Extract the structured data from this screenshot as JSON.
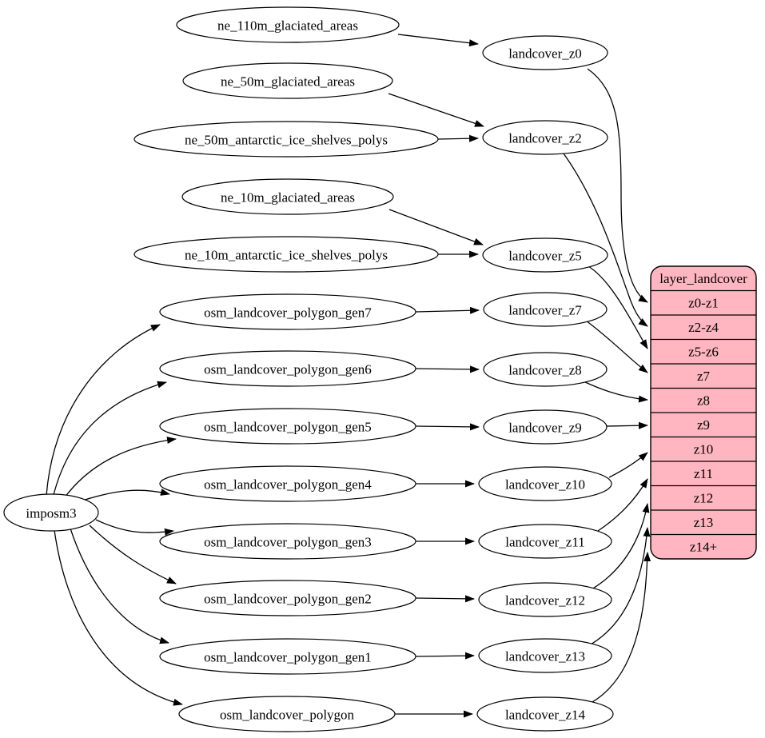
{
  "diagram": {
    "type": "etl-dependency-graph",
    "colors": {
      "table_fill": "#ffb6c1",
      "node_fill": "#ffffff",
      "stroke": "#000000"
    },
    "imposm3": {
      "label": "imposm3"
    },
    "sources": [
      {
        "label": "ne_110m_glaciated_areas"
      },
      {
        "label": "ne_50m_glaciated_areas"
      },
      {
        "label": "ne_50m_antarctic_ice_shelves_polys"
      },
      {
        "label": "ne_10m_glaciated_areas"
      },
      {
        "label": "ne_10m_antarctic_ice_shelves_polys"
      },
      {
        "label": "osm_landcover_polygon_gen7"
      },
      {
        "label": "osm_landcover_polygon_gen6"
      },
      {
        "label": "osm_landcover_polygon_gen5"
      },
      {
        "label": "osm_landcover_polygon_gen4"
      },
      {
        "label": "osm_landcover_polygon_gen3"
      },
      {
        "label": "osm_landcover_polygon_gen2"
      },
      {
        "label": "osm_landcover_polygon_gen1"
      },
      {
        "label": "osm_landcover_polygon"
      }
    ],
    "stages": [
      {
        "label": "landcover_z0"
      },
      {
        "label": "landcover_z2"
      },
      {
        "label": "landcover_z5"
      },
      {
        "label": "landcover_z7"
      },
      {
        "label": "landcover_z8"
      },
      {
        "label": "landcover_z9"
      },
      {
        "label": "landcover_z10"
      },
      {
        "label": "landcover_z11"
      },
      {
        "label": "landcover_z12"
      },
      {
        "label": "landcover_z13"
      },
      {
        "label": "landcover_z14"
      }
    ],
    "table": {
      "title": "layer_landcover",
      "rows": [
        "z0-z1",
        "z2-z4",
        "z5-z6",
        "z7",
        "z8",
        "z9",
        "z10",
        "z11",
        "z12",
        "z13",
        "z14+"
      ]
    },
    "edges": [
      {
        "from": "ne_110m_glaciated_areas",
        "to": "landcover_z0"
      },
      {
        "from": "ne_50m_glaciated_areas",
        "to": "landcover_z2"
      },
      {
        "from": "ne_50m_antarctic_ice_shelves_polys",
        "to": "landcover_z2"
      },
      {
        "from": "ne_10m_glaciated_areas",
        "to": "landcover_z5"
      },
      {
        "from": "ne_10m_antarctic_ice_shelves_polys",
        "to": "landcover_z5"
      },
      {
        "from": "osm_landcover_polygon_gen7",
        "to": "landcover_z7"
      },
      {
        "from": "osm_landcover_polygon_gen6",
        "to": "landcover_z8"
      },
      {
        "from": "osm_landcover_polygon_gen5",
        "to": "landcover_z9"
      },
      {
        "from": "osm_landcover_polygon_gen4",
        "to": "landcover_z10"
      },
      {
        "from": "osm_landcover_polygon_gen3",
        "to": "landcover_z11"
      },
      {
        "from": "osm_landcover_polygon_gen2",
        "to": "landcover_z12"
      },
      {
        "from": "osm_landcover_polygon_gen1",
        "to": "landcover_z13"
      },
      {
        "from": "osm_landcover_polygon",
        "to": "landcover_z14"
      },
      {
        "from": "imposm3",
        "to": "osm_landcover_polygon_gen7"
      },
      {
        "from": "imposm3",
        "to": "osm_landcover_polygon_gen6"
      },
      {
        "from": "imposm3",
        "to": "osm_landcover_polygon_gen5"
      },
      {
        "from": "imposm3",
        "to": "osm_landcover_polygon_gen4"
      },
      {
        "from": "imposm3",
        "to": "osm_landcover_polygon_gen3"
      },
      {
        "from": "imposm3",
        "to": "osm_landcover_polygon_gen2"
      },
      {
        "from": "imposm3",
        "to": "osm_landcover_polygon_gen1"
      },
      {
        "from": "imposm3",
        "to": "osm_landcover_polygon"
      },
      {
        "from": "landcover_z0",
        "to": "layer_landcover.z0-z1"
      },
      {
        "from": "landcover_z2",
        "to": "layer_landcover.z2-z4"
      },
      {
        "from": "landcover_z5",
        "to": "layer_landcover.z5-z6"
      },
      {
        "from": "landcover_z7",
        "to": "layer_landcover.z7"
      },
      {
        "from": "landcover_z8",
        "to": "layer_landcover.z8"
      },
      {
        "from": "landcover_z9",
        "to": "layer_landcover.z9"
      },
      {
        "from": "landcover_z10",
        "to": "layer_landcover.z10"
      },
      {
        "from": "landcover_z11",
        "to": "layer_landcover.z11"
      },
      {
        "from": "landcover_z12",
        "to": "layer_landcover.z12"
      },
      {
        "from": "landcover_z13",
        "to": "layer_landcover.z13"
      },
      {
        "from": "landcover_z14",
        "to": "layer_landcover.z14+"
      }
    ]
  }
}
